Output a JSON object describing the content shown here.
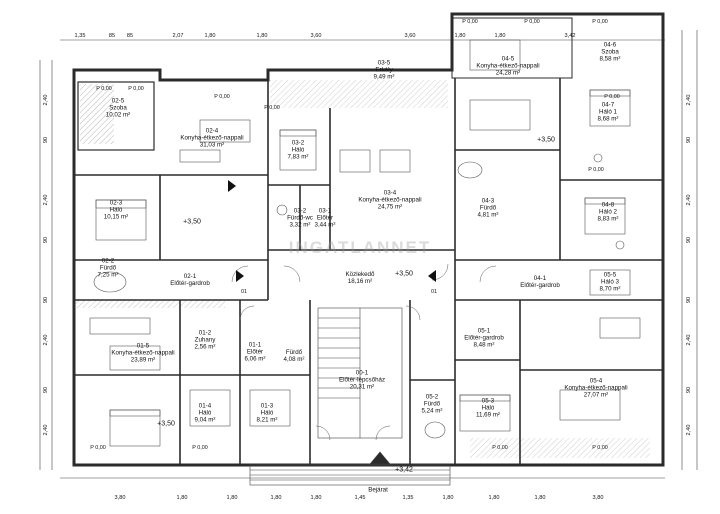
{
  "colors": {
    "wall": "#2b2b2b",
    "line": "#444444",
    "background": "#ffffff",
    "hatch": "#888888"
  },
  "rooms": [
    {
      "id": "r0",
      "code": "02-5",
      "name": "Szoba",
      "area": "10,02 m²"
    },
    {
      "id": "r1",
      "code": "02-4",
      "name": "Konyha-étkező-nappali",
      "area": "31,03 m²"
    },
    {
      "id": "r2",
      "code": "03-2",
      "name": "Háló",
      "area": "7,83 m²"
    },
    {
      "id": "r3",
      "code": "03-5",
      "name": "Erkély",
      "area": "9,49 m²"
    },
    {
      "id": "r4",
      "code": "03-4",
      "name": "Konyha-étkező-nappali",
      "area": "24,75 m²"
    },
    {
      "id": "r5",
      "code": "04-5",
      "name": "Konyha-étkező-nappali",
      "area": "24,28 m²"
    },
    {
      "id": "r6",
      "code": "04-6",
      "name": "Szoba",
      "area": "8,58 m²"
    },
    {
      "id": "r7",
      "code": "04-7",
      "name": "Háló 1",
      "area": "8,68 m²"
    },
    {
      "id": "r8",
      "code": "02-3",
      "name": "Háló",
      "area": "10,15 m²"
    },
    {
      "id": "r9",
      "code": "03-2",
      "name": "Fürdő-wc",
      "area": "3,32 m²"
    },
    {
      "id": "r10",
      "code": "03-1",
      "name": "Előtér",
      "area": "3,44 m²"
    },
    {
      "id": "r11",
      "code": "04-3",
      "name": "Fürdő",
      "area": "4,81 m²"
    },
    {
      "id": "r12",
      "code": "04-8",
      "name": "Háló 2",
      "area": "8,83 m²"
    },
    {
      "id": "r13",
      "code": "02-2",
      "name": "Fürdő",
      "area": "7,25 m²"
    },
    {
      "id": "r14",
      "code": "02-1",
      "name": "Előtér-gardrob",
      "area": ""
    },
    {
      "id": "r15",
      "code": "",
      "name": "Közlekedő",
      "area": "18,16 m²"
    },
    {
      "id": "r16",
      "code": "04-1",
      "name": "Előtér-gardrob",
      "area": ""
    },
    {
      "id": "r17",
      "code": "05-5",
      "name": "Háló 3",
      "area": "8,70 m²"
    },
    {
      "id": "r18",
      "code": "01-2",
      "name": "Zuhany",
      "area": "2,56 m²"
    },
    {
      "id": "r19",
      "code": "01-1",
      "name": "Előtér",
      "area": "6,06 m²"
    },
    {
      "id": "r20",
      "code": "",
      "name": "Fürdő",
      "area": "4,08 m²"
    },
    {
      "id": "r21",
      "code": "00-1",
      "name": "Előtér-lépcsőház",
      "area": "20,31 m²"
    },
    {
      "id": "r22",
      "code": "05-1",
      "name": "Előtér-gardrob",
      "area": "8,48 m²"
    },
    {
      "id": "r23",
      "code": "01-5",
      "name": "Konyha-étkező-nappali",
      "area": "23,89 m²"
    },
    {
      "id": "r24",
      "code": "05-4",
      "name": "Konyha-étkező-nappali",
      "area": "27,07 m²"
    },
    {
      "id": "r25",
      "code": "01-4",
      "name": "Háló",
      "area": "9,04 m²"
    },
    {
      "id": "r26",
      "code": "01-3",
      "name": "Háló",
      "area": "8,21 m²"
    },
    {
      "id": "r27",
      "code": "05-2",
      "name": "Fürdő",
      "area": "5,24 m²"
    },
    {
      "id": "r28",
      "code": "05-3",
      "name": "Háló",
      "area": "11,69 m²"
    }
  ],
  "entrance": {
    "label": "Bejárat"
  },
  "level_marks": [
    "+3,50",
    "+3,50",
    "+3,50",
    "+3,50",
    "+3,42"
  ],
  "section_markers": [
    "01",
    "01"
  ],
  "top_dimensions": [
    "1,35",
    "85",
    "85",
    "2,07",
    "1,80",
    "1,80",
    "3,60",
    "3,60",
    "1,80",
    "1,80",
    "3,42"
  ],
  "bottom_dimensions": [
    "3,80",
    "1,80",
    "1,80",
    "1,80",
    "1,80",
    "1,45",
    "1,35",
    "1,80",
    "1,80",
    "1,80",
    "3,80"
  ],
  "side_dimensions": [
    "2,40",
    "90",
    "2,40",
    "90",
    "90",
    "2,40",
    "90",
    "2,40"
  ],
  "opening_tags": [
    "P 0,00",
    "P 0,00",
    "P 0,00",
    "P 0,00",
    "P 0,00",
    "P 0,00",
    "P 0,00",
    "P 0,00",
    "P 0,00",
    "P 0,00",
    "P 0,00",
    "P 0,00",
    "P 0,00"
  ],
  "watermark": "INGATLANNET"
}
